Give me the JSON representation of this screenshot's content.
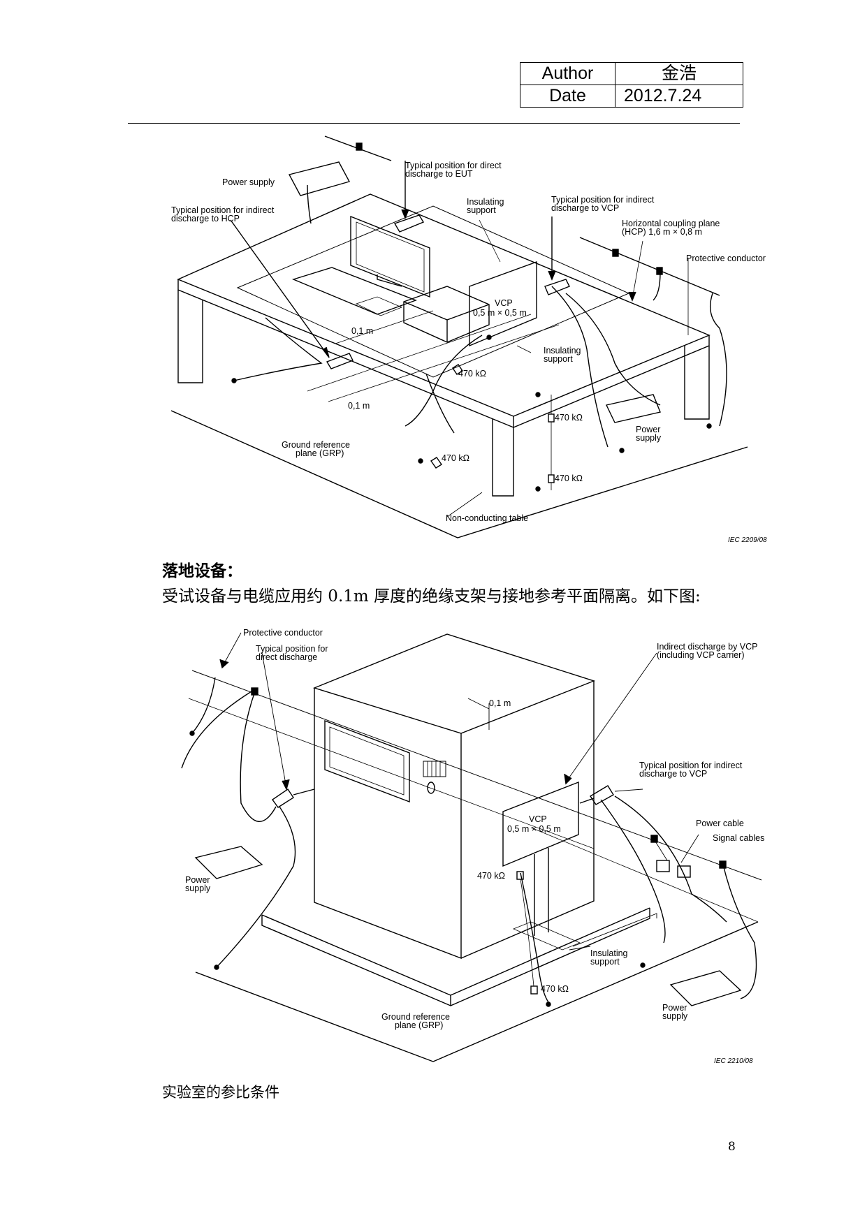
{
  "header": {
    "author_label": "Author",
    "author_value": "金浩",
    "date_label": "Date",
    "date_value": "2012.7.24"
  },
  "figure1": {
    "labels": {
      "power_supply_top": "Power supply",
      "direct_eut_1": "Typical position for direct",
      "direct_eut_2": "discharge to EUT",
      "insulating_top_1": "Insulating",
      "insulating_top_2": "support",
      "indirect_vcp_1": "Typical position for indirect",
      "indirect_vcp_2": "discharge to VCP",
      "hcp_1": "Horizontal coupling plane",
      "hcp_2": "(HCP) 1,6 m × 0,8 m",
      "protective": "Protective conductor",
      "indirect_hcp_1": "Typical position for indirect",
      "indirect_hcp_2": "discharge to HCP",
      "vcp_1": "VCP",
      "vcp_2": "0,5 m × 0,5 m",
      "dim_01_a": "0,1 m",
      "dim_01_b": "0,1 m",
      "insulating_mid_1": "Insulating",
      "insulating_mid_2": "support",
      "res_1": "470 kΩ",
      "res_2": "470 kΩ",
      "res_3": "470 kΩ",
      "res_4": "470 kΩ",
      "power_supply_r_1": "Power",
      "power_supply_r_2": "supply",
      "grp_1": "Ground reference",
      "grp_2": "plane (GRP)",
      "table": "Non-conducting table",
      "iec": "IEC   2209/08"
    }
  },
  "heading": "落地设备：",
  "paragraph": "受试设备与电缆应用约 0.1m 厚度的绝缘支架与接地参考平面隔离。如下图:",
  "figure2": {
    "labels": {
      "protective": "Protective conductor",
      "direct_1": "Typical position for",
      "direct_2": "direct discharge",
      "indirect_vcp_1": "Indirect discharge by VCP",
      "indirect_vcp_2": "(including VCP carrier)",
      "dim_01": "0,1 m",
      "typ_indirect_1": "Typical position for indirect",
      "typ_indirect_2": "discharge to VCP",
      "vcp_1": "VCP",
      "vcp_2": "0,5 m × 0,5 m",
      "power_cable": "Power cable",
      "signal_cables": "Signal cables",
      "res_1": "470 kΩ",
      "res_2": "470 kΩ",
      "power_l_1": "Power",
      "power_l_2": "supply",
      "insulating_1": "Insulating",
      "insulating_2": "support",
      "grp_1": "Ground reference",
      "grp_2": "plane (GRP)",
      "power_r_1": "Power",
      "power_r_2": "supply",
      "iec": "IEC   2210/08"
    }
  },
  "caption": "实验室的参比条件",
  "page_number": "8"
}
